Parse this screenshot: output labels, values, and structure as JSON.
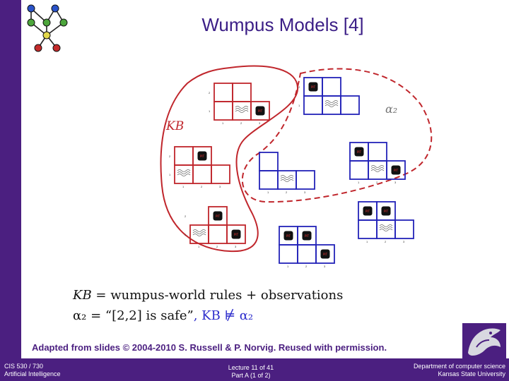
{
  "slide": {
    "title": "Wumpus Models [4]",
    "kb_label": "KB",
    "alpha_label": "α₂",
    "formula_kb_lhs": "KB",
    "formula_kb_rhs": " = wumpus-world rules + observations",
    "formula_alpha_lhs": "α₂ = ",
    "formula_alpha_quote": "“[2,2] is safe”",
    "formula_alpha_tail": ",  KB ⊭ α₂",
    "credit": "Adapted from slides © 2004-2010 S. Russell & P. Norvig.  Reused with permission."
  },
  "footer": {
    "course_line1": "CIS 530 / 730",
    "course_line2": "Artificial Intelligence",
    "lecture_line1": "Lecture 11 of 41",
    "lecture_line2": "Part A (1 of 2)",
    "dept_line1": "Department of computer science",
    "dept_line2": "Kansas State University"
  },
  "figure": {
    "pit_label": "PIT",
    "axis_1": "1",
    "axis_2": "2",
    "axis_3": "3",
    "colors": {
      "kb": "#c0262c",
      "alpha": "#2323b8",
      "dash": "#c0262c"
    }
  },
  "colors": {
    "brand_purple": "#4b1f80",
    "title_purple": "#3b1e86"
  }
}
